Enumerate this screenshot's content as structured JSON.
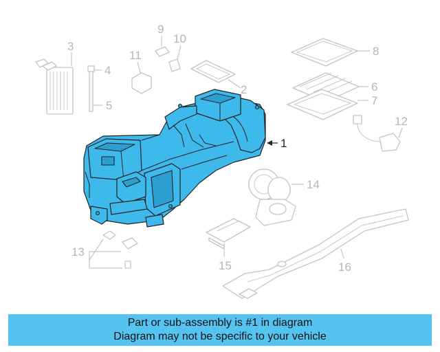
{
  "diagram": {
    "highlight_color": "#3db9eb",
    "callouts": [
      "1",
      "2",
      "3",
      "4",
      "5",
      "6",
      "7",
      "8",
      "9",
      "10",
      "11",
      "12",
      "13",
      "14",
      "15",
      "16"
    ]
  },
  "banner": {
    "line1": "Part or sub-assembly is #1 in diagram",
    "line2": "Diagram may not be specific to your vehicle",
    "background": "#55c3f0"
  }
}
